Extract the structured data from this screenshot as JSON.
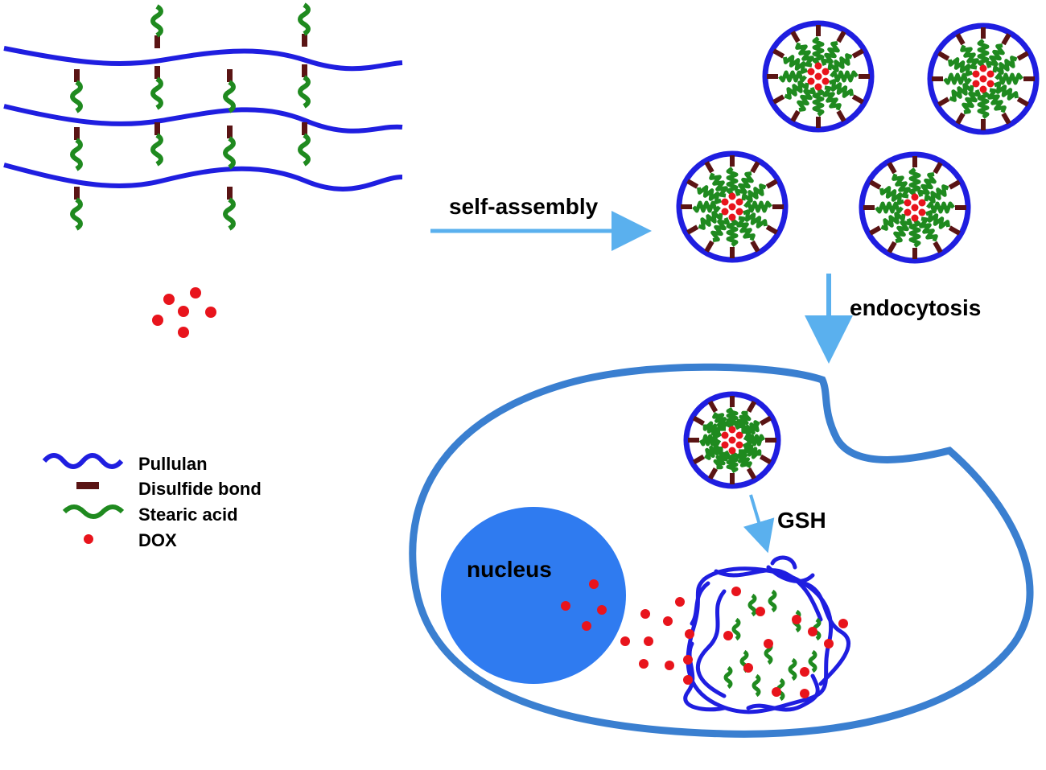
{
  "labels": {
    "self_assembly": "self-assembly",
    "endocytosis": "endocytosis",
    "gsh": "GSH",
    "nucleus": "nucleus"
  },
  "legend": [
    {
      "icon": "pullulan-icon",
      "label": "Pullulan"
    },
    {
      "icon": "disulfide-bond-icon",
      "label": "Disulfide bond"
    },
    {
      "icon": "stearic-acid-icon",
      "label": "Stearic acid"
    },
    {
      "icon": "dox-icon",
      "label": "DOX"
    }
  ],
  "colors": {
    "pullulan": "#1f1ee0",
    "disulfide": "#5a1414",
    "stearic": "#1f8a1f",
    "dox": "#e8141c",
    "cell_membrane": "#3a7fd0",
    "nucleus": "#2f7bf0",
    "arrow": "#5ab0ee"
  }
}
